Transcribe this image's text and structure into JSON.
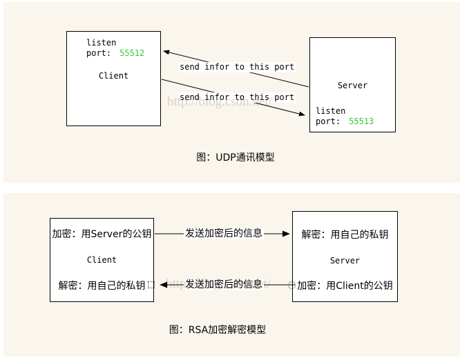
{
  "colors": {
    "page_bg": "#FFFFFF",
    "panel_bg": "#FAF6ED",
    "box_bg": "#FFFFFF",
    "line": "#000000",
    "port_green": "#33CC33",
    "watermark": "#DBCEC5"
  },
  "watermark_text": "http://blog.csdn.net/",
  "udp_panel": {
    "client_box": {
      "listen": "listen",
      "port_label": "port:",
      "port_value": "55512",
      "title": "Client"
    },
    "server_box": {
      "title": "Server",
      "listen": "listen",
      "port_label": "port:",
      "port_value": "55513"
    },
    "arrow_labels": {
      "to_client": "send infor to this port",
      "to_server": "send infor to this port"
    },
    "caption": "图：UDP通讯模型"
  },
  "rsa_panel": {
    "client_box": {
      "encrypt_line": "加密：用Server的公钥",
      "title": "Client",
      "decrypt_line": "解密：用自己的私钥"
    },
    "server_box": {
      "decrypt_line": "解密：用自己的私钥",
      "title": "Server",
      "encrypt_line": "加密：用Client的公钥"
    },
    "arrow_labels": {
      "to_server": "发送加密后的信息",
      "to_client": "发送加密后的信息"
    },
    "caption": "图：RSA加密解密模型"
  }
}
